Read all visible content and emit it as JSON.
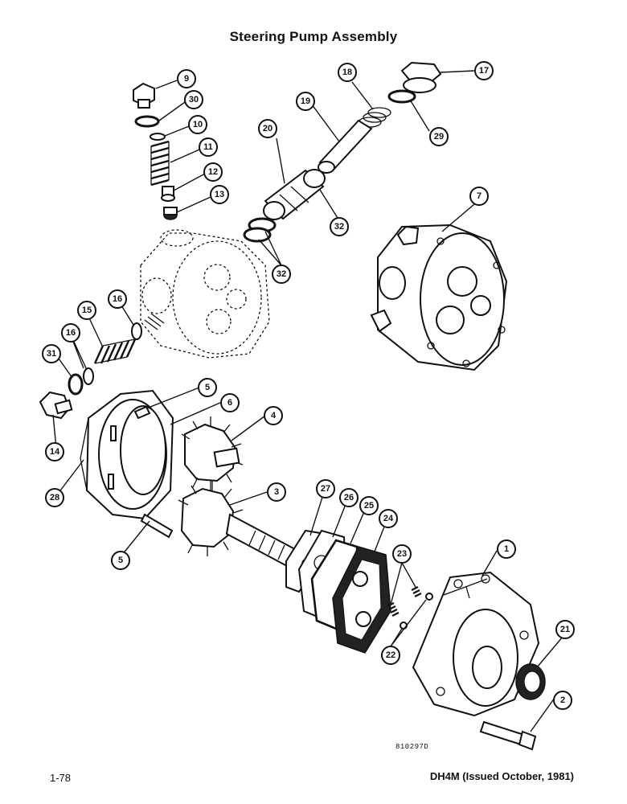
{
  "title": "Steering Pump Assembly",
  "drawing_number": "810297D",
  "page_number": "1-78",
  "footer": "DH4M (Issued October, 1981)",
  "callouts": [
    "9",
    "30",
    "10",
    "11",
    "12",
    "13",
    "18",
    "17",
    "19",
    "29",
    "20",
    "32",
    "32",
    "7",
    "16",
    "15",
    "16",
    "31",
    "5",
    "6",
    "4",
    "14",
    "28",
    "3",
    "27",
    "26",
    "25",
    "24",
    "1",
    "23",
    "5",
    "21",
    "22",
    "2"
  ]
}
